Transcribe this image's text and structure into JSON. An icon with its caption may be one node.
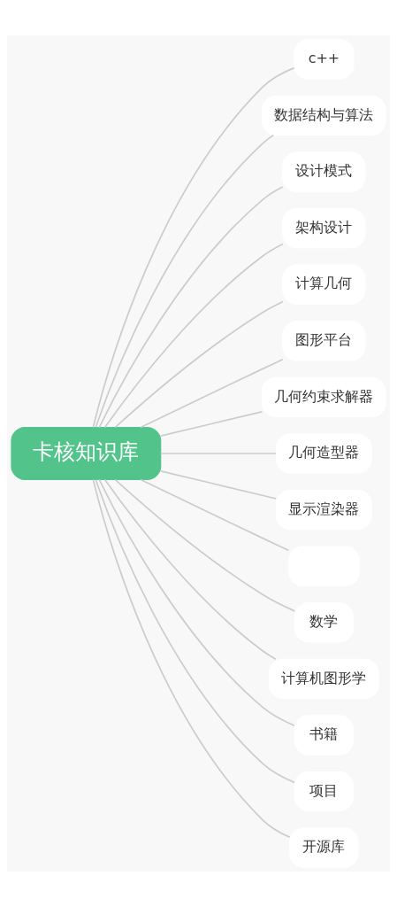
{
  "diagram": {
    "nodes": [
      {
        "text": [
          "卡核知识库"
        ]
      },
      {
        "text": [
          "c++"
        ]
      },
      {
        "text": [
          "数据结构与算法"
        ]
      },
      {
        "text": [
          "设计模式"
        ]
      },
      {
        "text": [
          "架构设计"
        ]
      },
      {
        "text": [
          "计算几何"
        ]
      },
      {
        "text": [
          "图形平台"
        ]
      },
      {
        "text": [
          "几何约束求解器"
        ]
      },
      {
        "text": [
          "几何造型器"
        ]
      },
      {
        "text": [
          "显示渲染器"
        ]
      },
      {
        "text": [],
        "shape": "box"
      },
      {
        "text": [
          "数学"
        ]
      },
      {
        "text": [
          "计算机图形学"
        ]
      },
      {
        "text": [
          "书籍"
        ]
      },
      {
        "text": [
          "项目"
        ]
      },
      {
        "text": [
          "开源库"
        ]
      }
    ],
    "edges": [
      {
        "from": 0,
        "to": 1,
        "arrow": "none"
      },
      {
        "from": 0,
        "to": 2,
        "arrow": "none"
      },
      {
        "from": 0,
        "to": 3,
        "arrow": "none"
      },
      {
        "from": 0,
        "to": 4,
        "arrow": "none"
      },
      {
        "from": 0,
        "to": 5,
        "arrow": "none"
      },
      {
        "from": 0,
        "to": 6,
        "arrow": "none"
      },
      {
        "from": 0,
        "to": 7,
        "arrow": "none"
      },
      {
        "from": 0,
        "to": 8,
        "arrow": "none"
      },
      {
        "from": 0,
        "to": 9,
        "arrow": "none"
      },
      {
        "from": 0,
        "to": 10,
        "arrow": "none"
      },
      {
        "from": 0,
        "to": 11,
        "arrow": "none"
      },
      {
        "from": 0,
        "to": 12,
        "arrow": "none"
      },
      {
        "from": 0,
        "to": 13,
        "arrow": "none"
      },
      {
        "from": 0,
        "to": 14,
        "arrow": "none"
      },
      {
        "from": 0,
        "to": 15,
        "arrow": "none"
      }
    ]
  }
}
